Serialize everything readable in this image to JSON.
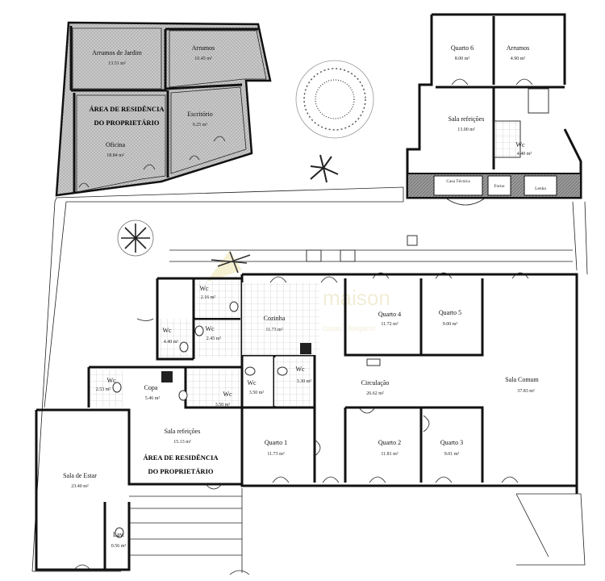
{
  "colors": {
    "wall": "#111111",
    "hatch": "#9a9a9a",
    "watermark": "#e8dfb8",
    "tile": "#bdbdbd"
  },
  "watermark": {
    "brand": "maison",
    "tagline": "casas - Alegarrd"
  },
  "zones": {
    "top_owner": [
      "ÁREA DE RESIDÊNCIA",
      "DO PROPRIETÁRIO"
    ],
    "bottom_owner": [
      "ÁREA DE RESIDÊNCIA",
      "DO PROPRIETÁRIO"
    ]
  },
  "rooms": {
    "arrumos_jardim": {
      "name": "Arrumos de Jardim",
      "area": "13.51 m²"
    },
    "arrumos_top": {
      "name": "Arrumos",
      "area": "10.45 m²"
    },
    "oficina": {
      "name": "Oficina",
      "area": "18.84 m²"
    },
    "escritorio": {
      "name": "Escritório",
      "area": "9.25 m²"
    },
    "quarto6": {
      "name": "Quarto 6",
      "area": "8.00 m²"
    },
    "arrumos_right": {
      "name": "Arrumos",
      "area": "4.90 m²"
    },
    "sala_refeicoes_top": {
      "name": "Sala refeições",
      "area": "13.00 m²"
    },
    "wc_top_right": {
      "name": "Wc",
      "area": "4.40 m²"
    },
    "casa_tecnica": {
      "name": "Casa Técnica",
      "area": ""
    },
    "forno": {
      "name": "Forno",
      "area": ""
    },
    "lenha": {
      "name": "Lenha",
      "area": ""
    },
    "wc_a": {
      "name": "Wc",
      "area": "2.16 m²"
    },
    "wc_b": {
      "name": "Wc",
      "area": "4.40 m²"
    },
    "wc_c": {
      "name": "Wc",
      "area": "2.45 m²"
    },
    "cozinha": {
      "name": "Cozinha",
      "area": "11.73 m²"
    },
    "quarto4": {
      "name": "Quarto 4",
      "area": "11.72 m²"
    },
    "quarto5": {
      "name": "Quarto 5",
      "area": "9.00 m²"
    },
    "sala_comum": {
      "name": "Sala Comum",
      "area": "37.83 m²"
    },
    "circulacao": {
      "name": "Circulação",
      "area": "26.62 m²"
    },
    "wc_d": {
      "name": "Wc",
      "area": "3.50 m²"
    },
    "wc_e": {
      "name": "Wc",
      "area": "3.30 m²"
    },
    "wc_f": {
      "name": "Wc",
      "area": "2.53 m²"
    },
    "copa": {
      "name": "Copa",
      "area": "5.46 m²"
    },
    "wc_g": {
      "name": "Wc",
      "area": "3.50 m²"
    },
    "sala_refeicoes_bottom": {
      "name": "Sala refeições",
      "area": "15.13 m²"
    },
    "sala_estar": {
      "name": "Sala de Estar",
      "area": "23.40 m²"
    },
    "quarto1": {
      "name": "Quarto 1",
      "area": "11.73 m²"
    },
    "quarto2": {
      "name": "Quarto 2",
      "area": "11.81 m²"
    },
    "quarto3": {
      "name": "Quarto 3",
      "area": "9.01 m²"
    },
    "lav": {
      "name": "Lav.",
      "area": "0.56 m²"
    }
  }
}
